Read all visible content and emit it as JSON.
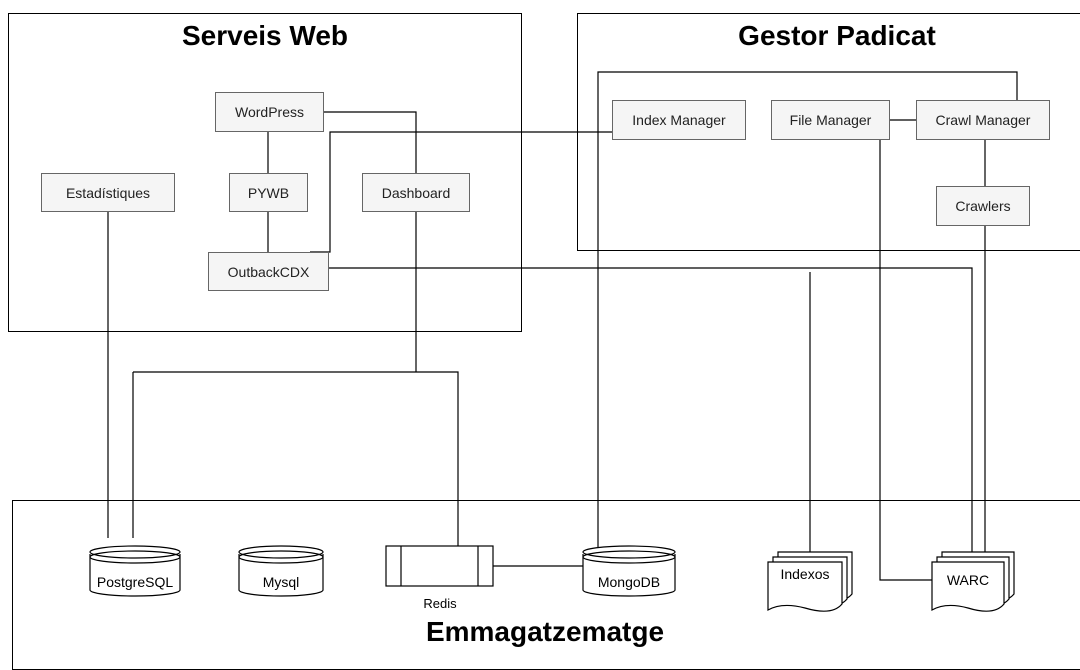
{
  "groups": {
    "serveis_web": "Serveis Web",
    "gestor_padicat": "Gestor Padicat",
    "emmagatzematge": "Emmagatzematge"
  },
  "nodes": {
    "wordpress": "WordPress",
    "pywb": "PYWB",
    "estadistiques": "Estadístiques",
    "dashboard": "Dashboard",
    "outbackcdx": "OutbackCDX",
    "index_manager": "Index Manager",
    "file_manager": "File Manager",
    "crawl_manager": "Crawl Manager",
    "crawlers": "Crawlers"
  },
  "storage": {
    "postgresql": "PostgreSQL",
    "mysql": "Mysql",
    "redis": "Redis",
    "mongodb": "MongoDB",
    "indexos": "Indexos",
    "warc": "WARC"
  }
}
